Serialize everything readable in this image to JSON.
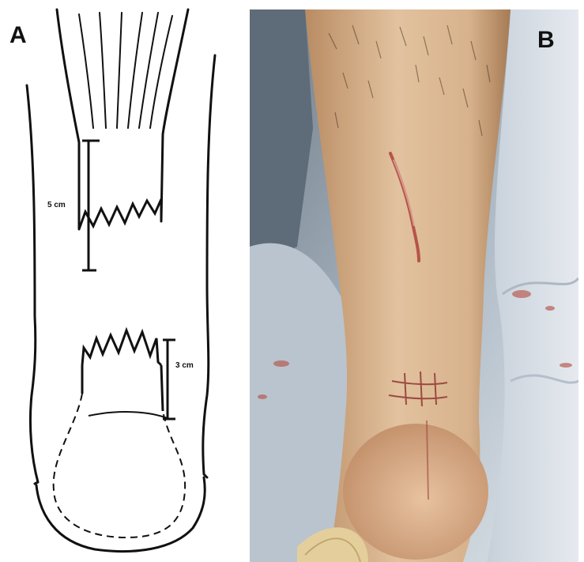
{
  "panels": {
    "a": {
      "label": "A",
      "measure_top": "5 cm",
      "measure_bottom": "3 cm"
    },
    "b": {
      "label": "B"
    }
  },
  "colors": {
    "ink": "#111111",
    "background": "#ffffff",
    "skin": "#d9b48f",
    "bedding": "#c9d2dc",
    "incision": "#b5544a"
  }
}
